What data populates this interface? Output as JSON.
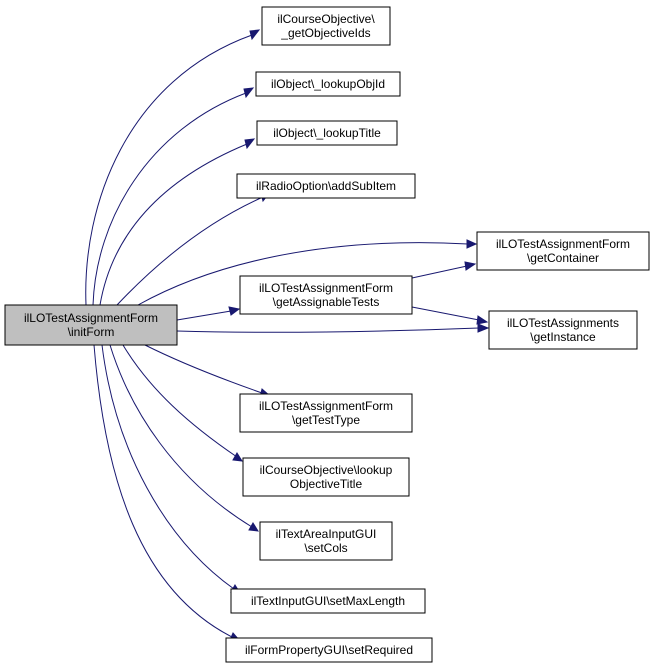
{
  "diagram": {
    "type": "call-graph",
    "colors": {
      "edge": "#191970",
      "root_fill": "#bfbfbf",
      "node_fill": "#ffffff",
      "border": "#000000"
    },
    "nodes": [
      {
        "id": "root",
        "lines": [
          "ilLOTestAssignmentForm",
          "\\initForm"
        ],
        "root": true
      },
      {
        "id": "n1",
        "lines": [
          "ilCourseObjective\\",
          "_getObjectiveIds"
        ]
      },
      {
        "id": "n2",
        "lines": [
          "ilObject\\_lookupObjId"
        ]
      },
      {
        "id": "n3",
        "lines": [
          "ilObject\\_lookupTitle"
        ]
      },
      {
        "id": "n4",
        "lines": [
          "ilRadioOption\\addSubItem"
        ]
      },
      {
        "id": "n5",
        "lines": [
          "ilLOTestAssignmentForm",
          "\\getContainer"
        ]
      },
      {
        "id": "n6",
        "lines": [
          "ilLOTestAssignmentForm",
          "\\getAssignableTests"
        ]
      },
      {
        "id": "n7",
        "lines": [
          "ilLOTestAssignments",
          "\\getInstance"
        ]
      },
      {
        "id": "n8",
        "lines": [
          "ilLOTestAssignmentForm",
          "\\getTestType"
        ]
      },
      {
        "id": "n9",
        "lines": [
          "ilCourseObjective\\lookup",
          "ObjectiveTitle"
        ]
      },
      {
        "id": "n10",
        "lines": [
          "ilTextAreaInputGUI",
          "\\setCols"
        ]
      },
      {
        "id": "n11",
        "lines": [
          "ilTextInputGUI\\setMaxLength"
        ]
      },
      {
        "id": "n12",
        "lines": [
          "ilFormPropertyGUI\\setRequired"
        ]
      }
    ],
    "edges": [
      {
        "from": "root",
        "to": "n1"
      },
      {
        "from": "root",
        "to": "n2"
      },
      {
        "from": "root",
        "to": "n3"
      },
      {
        "from": "root",
        "to": "n4"
      },
      {
        "from": "root",
        "to": "n5"
      },
      {
        "from": "root",
        "to": "n6"
      },
      {
        "from": "root",
        "to": "n7"
      },
      {
        "from": "n6",
        "to": "n5"
      },
      {
        "from": "n6",
        "to": "n7"
      },
      {
        "from": "root",
        "to": "n8"
      },
      {
        "from": "root",
        "to": "n9"
      },
      {
        "from": "root",
        "to": "n10"
      },
      {
        "from": "root",
        "to": "n11"
      },
      {
        "from": "root",
        "to": "n12"
      }
    ]
  }
}
